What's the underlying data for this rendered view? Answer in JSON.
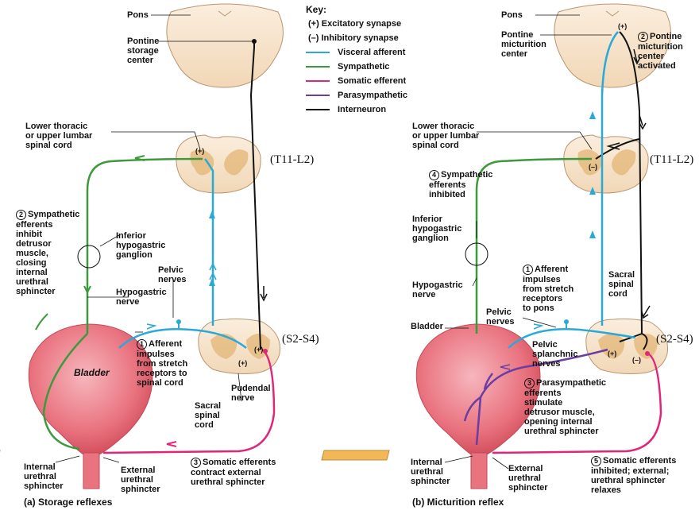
{
  "key": {
    "title": "Key:",
    "excitatory": "(+) Excitatory synapse",
    "inhibitory": "(–) Inhibitory synapse",
    "items": [
      {
        "label": "Visceral afferent",
        "color": "#2aa9d6"
      },
      {
        "label": "Sympathetic",
        "color": "#3c9a3c"
      },
      {
        "label": "Somatic efferent",
        "color": "#e0267a"
      },
      {
        "label": "Parasympathetic",
        "color": "#6a3ea1"
      },
      {
        "label": "Interneuron",
        "color": "#111111"
      }
    ]
  },
  "left": {
    "pons": "Pons",
    "pontine_center": "Pontine\nstorage\ncenter",
    "lower_thoracic": "Lower thoracic\nor upper lumbar\nspinal cord",
    "t_seg": "(T11-L2)",
    "s_seg": "(S2-S4)",
    "step2_num": "2",
    "step2": "Sympathetic\nefferents\ninhibit\ndetrusor\nmuscle,\nclosing\ninternal\nurethral\nsphincter",
    "inferior_ganglion": "Inferior\nhypogastric\nganglion",
    "pelvic_nerves": "Pelvic\nnerves",
    "hypogastric_nerve": "Hypogastric\nnerve",
    "bladder": "Bladder",
    "step1_num": "1",
    "step1": "Afferent\nimpulses\nfrom stretch\nreceptors to\nspinal cord",
    "pudendal": "Pudendal\nnerve",
    "sacral": "Sacral\nspinal\ncord",
    "internal_sphincter": "Internal\nurethral\nsphincter",
    "external_sphincter": "External\nurethral\nsphincter",
    "step3_num": "3",
    "step3": "Somatic efferents\ncontract external\nurethral sphincter",
    "caption": "(a)  Storage reflexes",
    "plus": "(+)"
  },
  "right": {
    "pons": "Pons",
    "pontine_center": "Pontine\nmicturition\ncenter",
    "step2_num": "2",
    "step2": "Pontine\nmicturition\ncenter\nactivated",
    "lower_thoracic": "Lower thoracic\nor upper lumbar\nspinal cord",
    "t_seg": "(T11-L2)",
    "s_seg": "(S2-S4)",
    "step4_num": "4",
    "step4": "Sympathetic\nefferents\ninhibited",
    "inferior_ganglion": "Inferior\nhypogastric\nganglion",
    "hypogastric_nerve": "Hypogastric\nnerve",
    "step1_num": "1",
    "step1": "Afferent\nimpulses\nfrom stretch\nreceptors\nto pons",
    "sacral": "Sacral\nspinal\ncord",
    "bladder": "Bladder",
    "pelvic_nerves": "Pelvic\nnerves",
    "pelvic_splanchnic": "Pelvic\nsplanchnic\nnerves",
    "step3_num": "3",
    "step3": "Parasympathetic\nefferents\nstimulate\ndetrusor muscle,\nopening internal\nurethral sphincter",
    "internal_sphincter": "Internal\nurethral\nsphincter",
    "external_sphincter": "External\nurethral\nsphincter",
    "step5_num": "5",
    "step5": "Somatic efferents\ninhibited; external;\nurethral sphincter\nrelaxes",
    "caption": "(b)  Micturition reflex",
    "plus": "(+)",
    "minus": "(–)"
  }
}
